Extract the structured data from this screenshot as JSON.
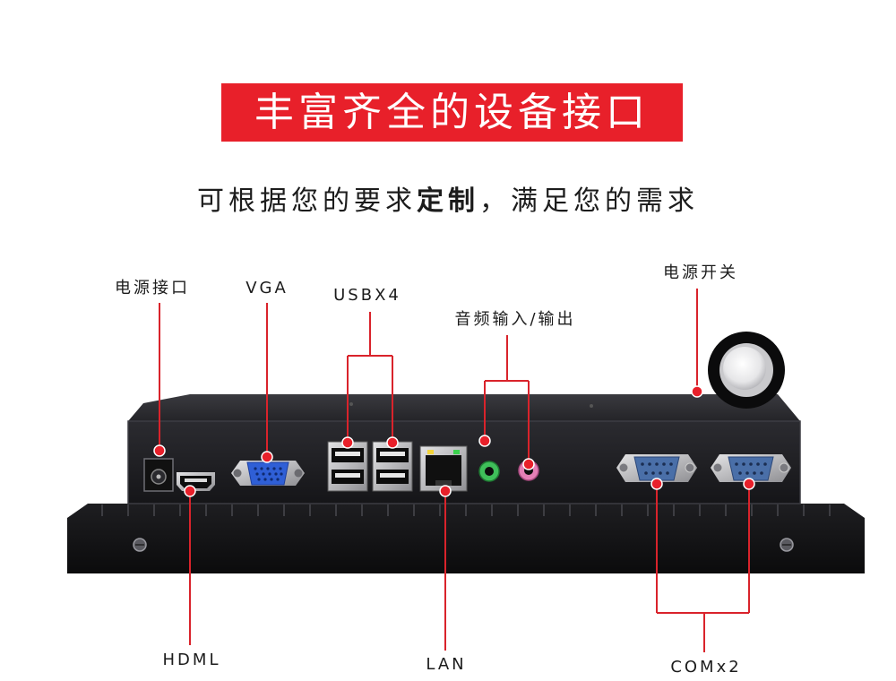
{
  "banner": {
    "title": "丰富齐全的设备接口"
  },
  "subtitle": {
    "before": "可根据您的要求",
    "bold": "定制",
    "after": "，满足您的需求"
  },
  "labels": {
    "power_port": "电源接口",
    "vga": "VGA",
    "usb": "USBX4",
    "audio": "音频输入/输出",
    "power_switch": "电源开关",
    "hdmi": "HDML",
    "lan": "LAN",
    "com": "COMx2"
  },
  "colors": {
    "accent": "#e8202a",
    "device": "#1d1d20",
    "vga_blue": "#2f5fd6",
    "com_blue": "#4a6fa8"
  }
}
